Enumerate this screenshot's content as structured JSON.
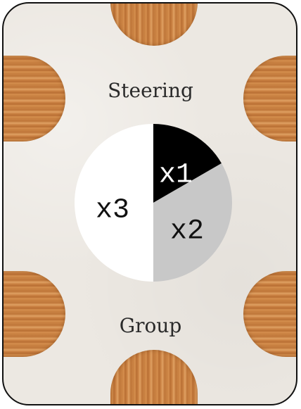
{
  "card": {
    "top_label": "Steering",
    "bottom_label": "Group"
  },
  "chart_data": {
    "type": "pie",
    "slices": [
      {
        "label": "x1",
        "value": 1,
        "color": "#000000",
        "text_color": "#ffffff"
      },
      {
        "label": "x2",
        "value": 2,
        "color": "#c8c8c8",
        "text_color": "#111111"
      },
      {
        "label": "x3",
        "value": 3,
        "color": "#ffffff",
        "text_color": "#111111"
      }
    ],
    "start": "12 o'clock",
    "direction": "clockwise"
  }
}
